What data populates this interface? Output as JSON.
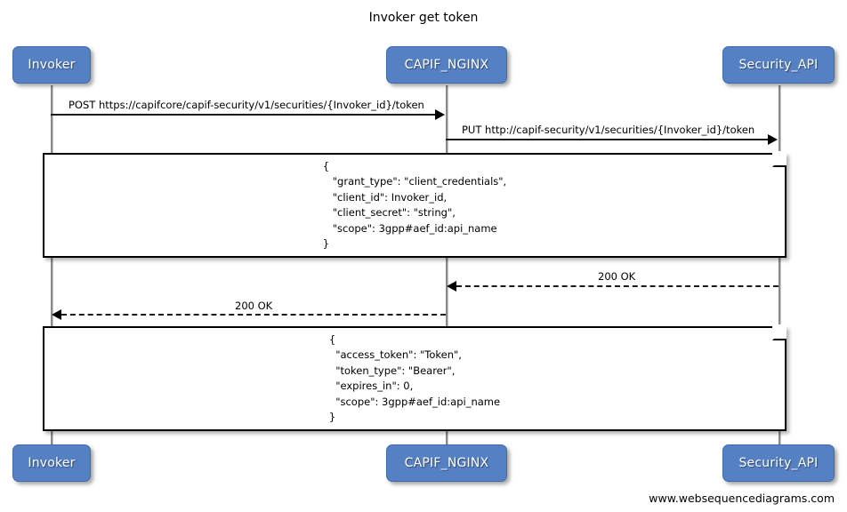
{
  "diagram": {
    "title": "Invoker get token",
    "footer": "www.websequencediagrams.com",
    "accent_color": "#5580c4",
    "line_color": "#1a1a1a",
    "lifeline_color": "#8a8a8a"
  },
  "participants": [
    {
      "id": "invoker",
      "label": "Invoker"
    },
    {
      "id": "capif_nginx",
      "label": "CAPIF_NGINX"
    },
    {
      "id": "security_api",
      "label": "Security_API"
    }
  ],
  "messages": [
    {
      "id": "msg1",
      "label": "POST https://capifcore/capif-security/v1/securities/{Invoker_id}/token",
      "from": "invoker",
      "to": "capif_nginx",
      "style": "solid",
      "direction": "right"
    },
    {
      "id": "msg2",
      "label": "PUT http://capif-security/v1/securities/{Invoker_id}/token",
      "from": "capif_nginx",
      "to": "security_api",
      "style": "solid",
      "direction": "right"
    },
    {
      "id": "msg3",
      "label": "200 OK",
      "from": "security_api",
      "to": "capif_nginx",
      "style": "dashed",
      "direction": "left"
    },
    {
      "id": "msg4",
      "label": "200 OK",
      "from": "capif_nginx",
      "to": "invoker",
      "style": "dashed",
      "direction": "left"
    }
  ],
  "notes": [
    {
      "id": "note_request",
      "lines": [
        "{",
        "   \"grant_type\": \"client_credentials\",",
        "   \"client_id\": Invoker_id,",
        "   \"client_secret\": \"string\",",
        "   \"scope\": 3gpp#aef_id:api_name",
        "}"
      ]
    },
    {
      "id": "note_response",
      "lines": [
        "{",
        "  \"access_token\": \"Token\",",
        "  \"token_type\": \"Bearer\",",
        "  \"expires_in\": 0,",
        "  \"scope\": 3gpp#aef_id:api_name",
        "}"
      ]
    }
  ]
}
